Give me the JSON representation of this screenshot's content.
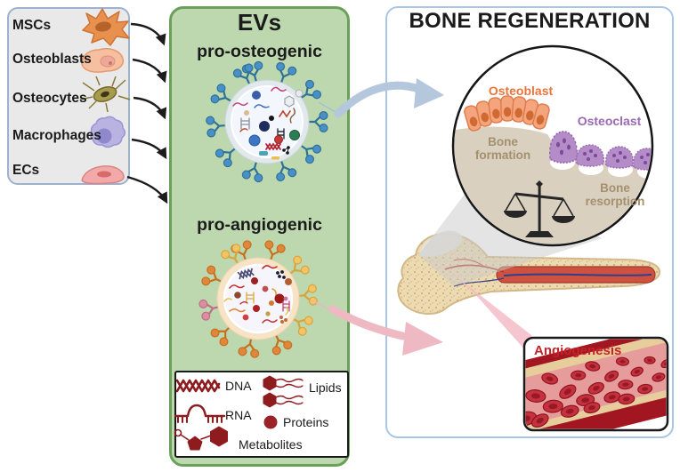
{
  "left_panel": {
    "items": [
      {
        "label": "MSCs",
        "icon": "msc-cell-icon"
      },
      {
        "label": "Osteoblasts",
        "icon": "osteoblast-cell-icon"
      },
      {
        "label": "Osteocytes",
        "icon": "osteocyte-cell-icon"
      },
      {
        "label": "Macrophages",
        "icon": "macrophage-cell-icon"
      },
      {
        "label": "ECs",
        "icon": "endothelial-cell-icon"
      }
    ]
  },
  "ev_panel": {
    "title": "EVs",
    "vesicles": [
      {
        "label": "pro-osteogenic",
        "spike_color": "#4a90c8"
      },
      {
        "label": "pro-angiogenic",
        "spike_color": "#e0873c"
      }
    ],
    "legend": {
      "items": [
        {
          "label": "DNA"
        },
        {
          "label": "RNA"
        },
        {
          "label": "Metabolites"
        },
        {
          "label": "Lipids"
        },
        {
          "label": "Proteins"
        }
      ]
    }
  },
  "bone_panel": {
    "title": "BONE REGENERATION",
    "labels": {
      "osteoblast": "Osteoblast",
      "osteoclast": "Osteoclast",
      "formation": "Bone formation",
      "resorption": "Bone resorption"
    },
    "inset": {
      "title": "Angiogenesis"
    }
  },
  "palette": {
    "ev_panel_bg": "#bdd8ae",
    "ev_panel_border": "#6ba05b",
    "left_panel_bg": "#e9e9ea",
    "left_panel_border": "#9db2ce",
    "bone_panel_border": "#a9c6e4",
    "osteoblast_label": "#e8753c",
    "osteoclast_label": "#9a68b4",
    "bone_text": "#a5906e",
    "angiogenesis_label": "#c4232a",
    "arrow_blue": "#b5c7dc",
    "arrow_pink": "#efb9c3",
    "legend_molecule": "#8e1b1e",
    "bone_fill": "#ecdbb2",
    "marrow_red": "#cf5240"
  }
}
